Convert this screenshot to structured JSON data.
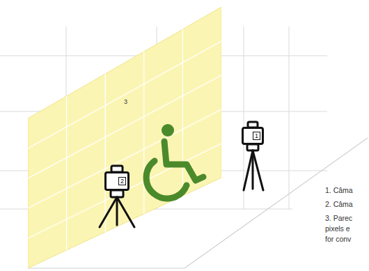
{
  "diagram": {
    "nodes": [
      {
        "text": [
          "3"
        ]
      },
      {
        "text": [
          "1"
        ]
      },
      {
        "text": [
          "2"
        ]
      }
    ],
    "labels": [
      "1. Câma",
      "2. Câma",
      "3. Parec pixels e for conv"
    ]
  }
}
